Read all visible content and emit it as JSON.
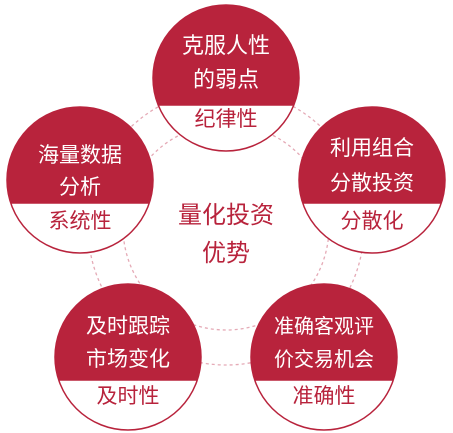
{
  "colors": {
    "primary_red": "#b8233c",
    "dashed_ring": "#e5aab6",
    "center_text": "#b8233c",
    "circle_outline": "#b8233c",
    "white": "#ffffff"
  },
  "center": {
    "lines": [
      "量化投资",
      "优势"
    ]
  },
  "nodes": [
    {
      "id": "top",
      "lines": [
        "克服人性",
        "的弱点"
      ],
      "keyword": "纪律性"
    },
    {
      "id": "right",
      "lines": [
        "利用组合",
        "分散投资"
      ],
      "keyword": "分散化"
    },
    {
      "id": "bottom-right",
      "lines": [
        "准确客观评",
        "价交易机会"
      ],
      "keyword": "准确性"
    },
    {
      "id": "bottom-left",
      "lines": [
        "及时跟踪",
        "市场变化"
      ],
      "keyword": "及时性"
    },
    {
      "id": "left",
      "lines": [
        "海量数据",
        "分析"
      ],
      "keyword": "系统性"
    }
  ]
}
